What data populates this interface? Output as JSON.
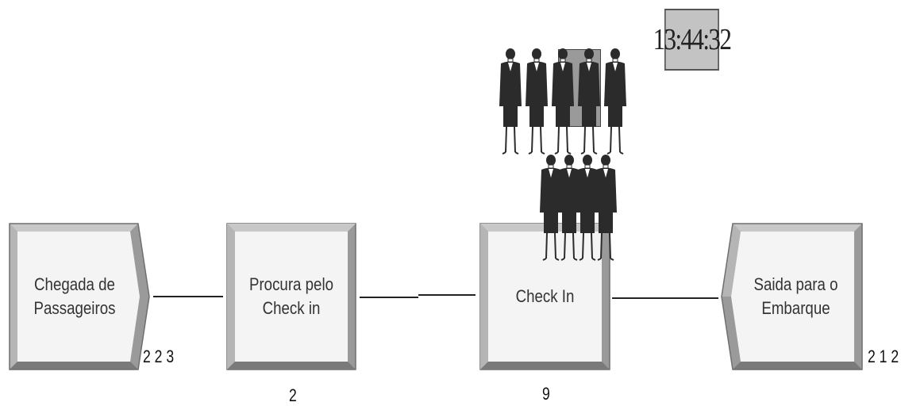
{
  "clock": "13:44:32",
  "modules": {
    "create": {
      "label": "Chegada de\nPassageiros",
      "counter": "2 2 3"
    },
    "route": {
      "label": "Procura pelo\nCheck in",
      "counter": "2"
    },
    "process": {
      "label": "Check In",
      "counter": "9"
    },
    "dispose": {
      "label": "Saida para o\nEmbarque",
      "counter": "2 1 2"
    }
  },
  "queue": {
    "rows": [
      5,
      4
    ]
  },
  "colors": {
    "module_fill": "#f4f4f4",
    "bevel": "#9a9a9a",
    "clock_bg": "#c3c3c3",
    "figure": "#2b2b2b"
  }
}
